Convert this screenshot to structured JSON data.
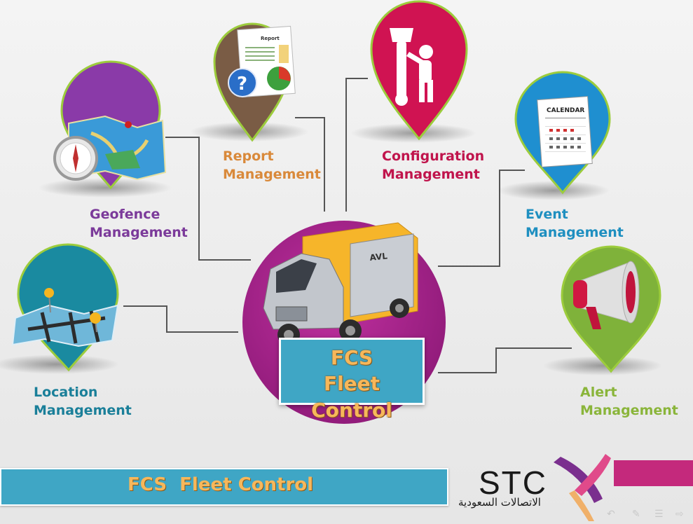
{
  "center": {
    "line1": "FCS",
    "line2": "Fleet Control"
  },
  "footer": {
    "title": "FCS  Fleet Control"
  },
  "logo": {
    "name": "STC",
    "arabic": "الاتصالات السعودية"
  },
  "truck": {
    "sign": "AVL"
  },
  "report_icon": {
    "title": "Report"
  },
  "calendar_icon": {
    "title": "CALENDAR"
  },
  "modules": [
    {
      "id": "report",
      "line1": "Report",
      "line2": "Management",
      "color": "#d9893a",
      "pin_color": "#7a5c45"
    },
    {
      "id": "configuration",
      "line1": "Configuration",
      "line2": "Management",
      "color": "#c0144c",
      "pin_color": "#d01352"
    },
    {
      "id": "geofence",
      "line1": "Geofence",
      "line2": "Management",
      "color": "#7b3a9a",
      "pin_color": "#8a3aa8"
    },
    {
      "id": "event",
      "line1": "Event",
      "line2": "Management",
      "color": "#1e8fc0",
      "pin_color": "#1f8fd0"
    },
    {
      "id": "location",
      "line1": "Location",
      "line2": "Management",
      "color": "#1a7f99",
      "pin_color": "#1a8aa0"
    },
    {
      "id": "alert",
      "line1": "Alert",
      "line2": "Management",
      "color": "#8ab53a",
      "pin_color": "#7fb23a"
    }
  ],
  "colors": {
    "accent_blue": "#3fa6c5",
    "center_circle": "#a61f8a",
    "title_orange": "#f7b75a",
    "pin_border": "#9ccc3c"
  },
  "icons": [
    "report-icon",
    "wrench-worker-icon",
    "map-compass-icon",
    "calendar-icon",
    "city-map-icon",
    "megaphone-icon",
    "truck-icon"
  ],
  "nav_icons": [
    "back-arrow-icon",
    "pen-icon",
    "menu-icon",
    "forward-arrow-icon"
  ]
}
